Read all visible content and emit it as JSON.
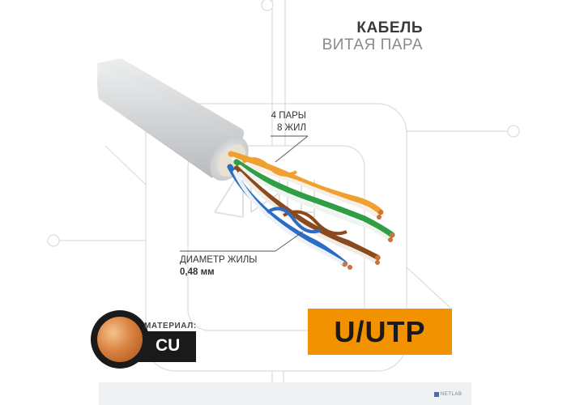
{
  "title": {
    "line1": "КАБЕЛЬ",
    "line2": "ВИТАЯ ПАРА"
  },
  "callouts": {
    "pairs_line1": "4 ПАРЫ",
    "pairs_line2": "8 ЖИЛ",
    "diameter_label": "ДИАМЕТР ЖИЛЫ",
    "diameter_value": "0,48 мм"
  },
  "material": {
    "label": "МАТЕРИАЛ:",
    "value": "CU"
  },
  "shield_type": "U/UTP",
  "brand": "NETLAB",
  "colors": {
    "accent_orange": "#f39200",
    "jacket_gray": "#d6d8da",
    "pair_orange": "#f0a030",
    "pair_green": "#2f9e44",
    "pair_blue": "#2b6cc4",
    "pair_brown": "#8b4a1c"
  }
}
